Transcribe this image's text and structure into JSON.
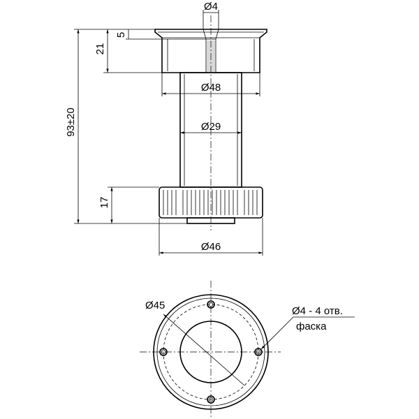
{
  "dimensions": {
    "hole_small_top": "Ø4",
    "top_depth": "5",
    "top_height": "21",
    "total_height": "93±20",
    "top_diameter": "Ø48",
    "tube_diameter": "Ø29",
    "base_height": "17",
    "base_diameter": "Ø46",
    "hole_circle_diameter": "Ø45"
  },
  "notes": {
    "holes_line1": "Ø4 - 4 отв.",
    "holes_line2": "фаска"
  }
}
